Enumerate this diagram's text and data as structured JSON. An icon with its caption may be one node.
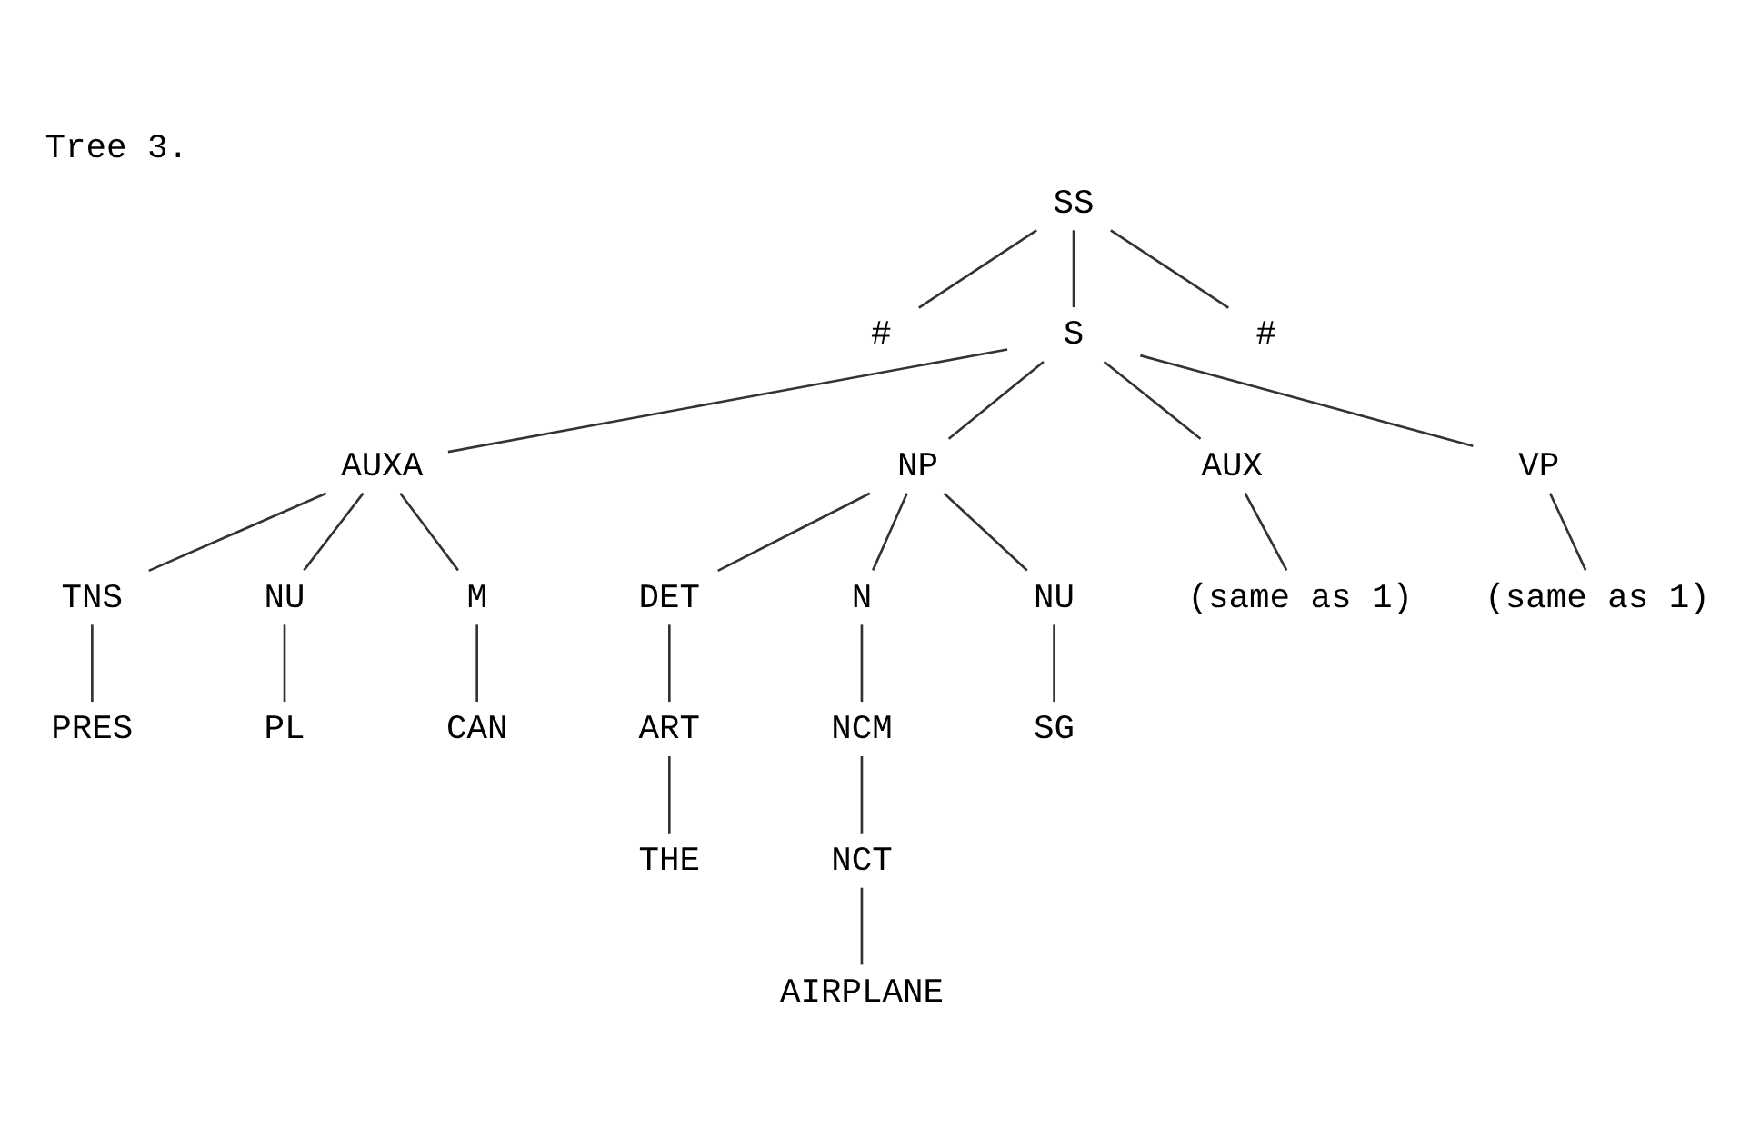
{
  "diagram": {
    "title": "Tree 3.",
    "nodes": [
      {
        "text": [
          "SS"
        ]
      },
      {
        "text": [
          "#"
        ]
      },
      {
        "text": [
          "S"
        ]
      },
      {
        "text": [
          "#"
        ]
      },
      {
        "text": [
          "AUXA"
        ]
      },
      {
        "text": [
          "NP"
        ]
      },
      {
        "text": [
          "AUX"
        ]
      },
      {
        "text": [
          "VP"
        ]
      },
      {
        "text": [
          "TNS"
        ]
      },
      {
        "text": [
          "NU"
        ]
      },
      {
        "text": [
          "M"
        ]
      },
      {
        "text": [
          "DET"
        ]
      },
      {
        "text": [
          "N"
        ]
      },
      {
        "text": [
          "NU"
        ]
      },
      {
        "text": [
          "(same as 1)"
        ]
      },
      {
        "text": [
          "(same as 1)"
        ]
      },
      {
        "text": [
          "PRES"
        ]
      },
      {
        "text": [
          "PL"
        ]
      },
      {
        "text": [
          "CAN"
        ]
      },
      {
        "text": [
          "ART"
        ]
      },
      {
        "text": [
          "NCM"
        ]
      },
      {
        "text": [
          "SG"
        ]
      },
      {
        "text": [
          "THE"
        ]
      },
      {
        "text": [
          "NCT"
        ]
      },
      {
        "text": [
          "AIRPLANE"
        ]
      }
    ],
    "edges": [
      {
        "from": 0,
        "to": 1,
        "arrow": "none"
      },
      {
        "from": 0,
        "to": 2,
        "arrow": "none"
      },
      {
        "from": 0,
        "to": 3,
        "arrow": "none"
      },
      {
        "from": 2,
        "to": 4,
        "arrow": "none"
      },
      {
        "from": 2,
        "to": 5,
        "arrow": "none"
      },
      {
        "from": 2,
        "to": 6,
        "arrow": "none"
      },
      {
        "from": 2,
        "to": 7,
        "arrow": "none"
      },
      {
        "from": 4,
        "to": 8,
        "arrow": "none"
      },
      {
        "from": 4,
        "to": 9,
        "arrow": "none"
      },
      {
        "from": 4,
        "to": 10,
        "arrow": "none"
      },
      {
        "from": 5,
        "to": 11,
        "arrow": "none"
      },
      {
        "from": 5,
        "to": 12,
        "arrow": "none"
      },
      {
        "from": 5,
        "to": 13,
        "arrow": "none"
      },
      {
        "from": 6,
        "to": 14,
        "arrow": "none"
      },
      {
        "from": 7,
        "to": 15,
        "arrow": "none"
      },
      {
        "from": 8,
        "to": 16,
        "arrow": "none"
      },
      {
        "from": 9,
        "to": 17,
        "arrow": "none"
      },
      {
        "from": 10,
        "to": 18,
        "arrow": "none"
      },
      {
        "from": 11,
        "to": 19,
        "arrow": "none"
      },
      {
        "from": 12,
        "to": 20,
        "arrow": "none"
      },
      {
        "from": 13,
        "to": 21,
        "arrow": "none"
      },
      {
        "from": 19,
        "to": 22,
        "arrow": "none"
      },
      {
        "from": 20,
        "to": 23,
        "arrow": "none"
      },
      {
        "from": 23,
        "to": 24,
        "arrow": "none"
      }
    ]
  }
}
